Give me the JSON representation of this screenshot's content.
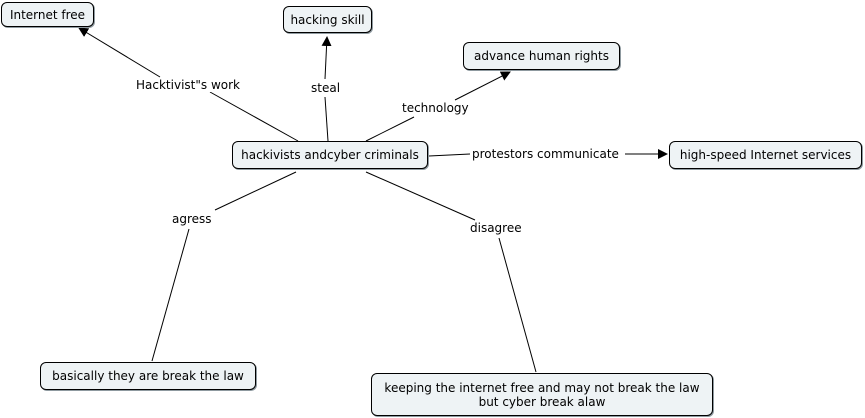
{
  "concepts": {
    "internet_free": "Internet free",
    "hacking_skill": "hacking skill",
    "advance_human_rights": "advance human rights",
    "hackivists": "hackivists andcyber criminals",
    "high_speed": "high-speed Internet services",
    "basically": "basically they are break  the law",
    "keeping_line1": "keeping the internet free  and may not break the law",
    "keeping_line2": "but cyber break alaw"
  },
  "links": {
    "hacktivists_work": "Hacktivist\"s work",
    "steal": "steal",
    "technology": "technology",
    "protestors": "protestors communicate",
    "agress": "agress",
    "disagree": "disagree"
  },
  "colors": {
    "node_fill": "#eef3f5",
    "node_border": "#000000",
    "line": "#000000"
  }
}
